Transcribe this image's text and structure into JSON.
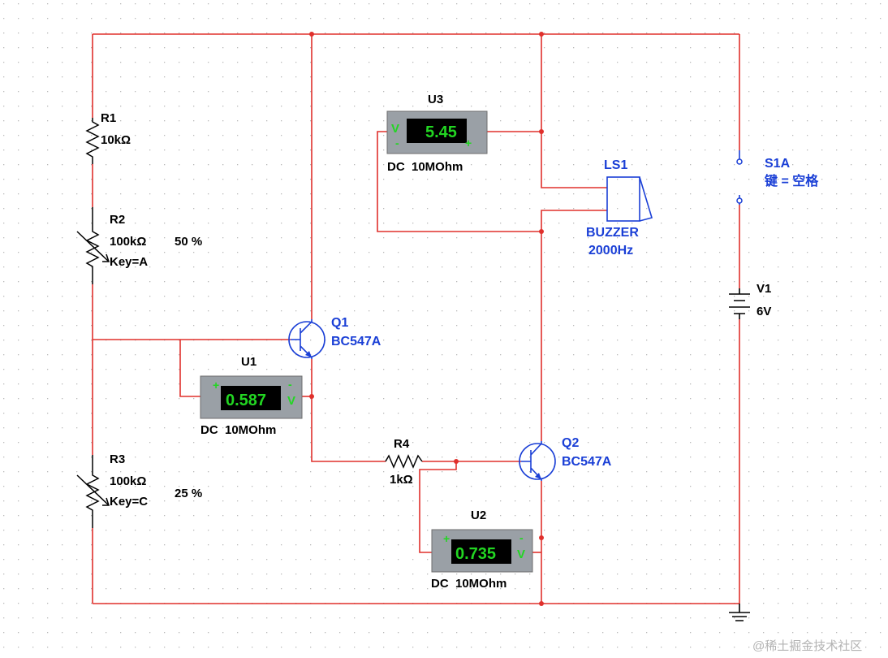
{
  "colors": {
    "wire": "#e0302c",
    "component": "#000000",
    "label": "#000000",
    "blue_label": "#1a3fd6",
    "meter_body": "#9aa0a6",
    "meter_display": "#000000",
    "meter_value": "#22d622",
    "grid_dot": "#b9b9b9"
  },
  "components": {
    "r1": {
      "ref": "R1",
      "value": "10kΩ"
    },
    "r2": {
      "ref": "R2",
      "value": "100kΩ",
      "percent": "50 %",
      "key": "Key=A"
    },
    "r3": {
      "ref": "R3",
      "value": "100kΩ",
      "percent": "25 %",
      "key": "Key=C"
    },
    "r4": {
      "ref": "R4",
      "value": "1kΩ"
    },
    "q1": {
      "ref": "Q1",
      "model": "BC547A"
    },
    "q2": {
      "ref": "Q2",
      "model": "BC547A"
    },
    "ls1": {
      "ref": "LS1",
      "type": "BUZZER",
      "freq": "2000Hz"
    },
    "s1a": {
      "ref": "S1A",
      "key": "键 = 空格"
    },
    "v1": {
      "ref": "V1",
      "value": "6V"
    }
  },
  "meters": {
    "u1": {
      "ref": "U1",
      "reading": "0.587",
      "unit": "V",
      "plus": "+",
      "minus": "-",
      "mode": "DC  10MOhm"
    },
    "u2": {
      "ref": "U2",
      "reading": "0.735",
      "unit": "V",
      "plus": "+",
      "minus": "-",
      "mode": "DC  10MOhm"
    },
    "u3": {
      "ref": "U3",
      "reading": "5.45",
      "unit": "V",
      "plus": "+",
      "minus": "-",
      "mode": "DC  10MOhm"
    }
  },
  "watermark": "@稀土掘金技术社区"
}
